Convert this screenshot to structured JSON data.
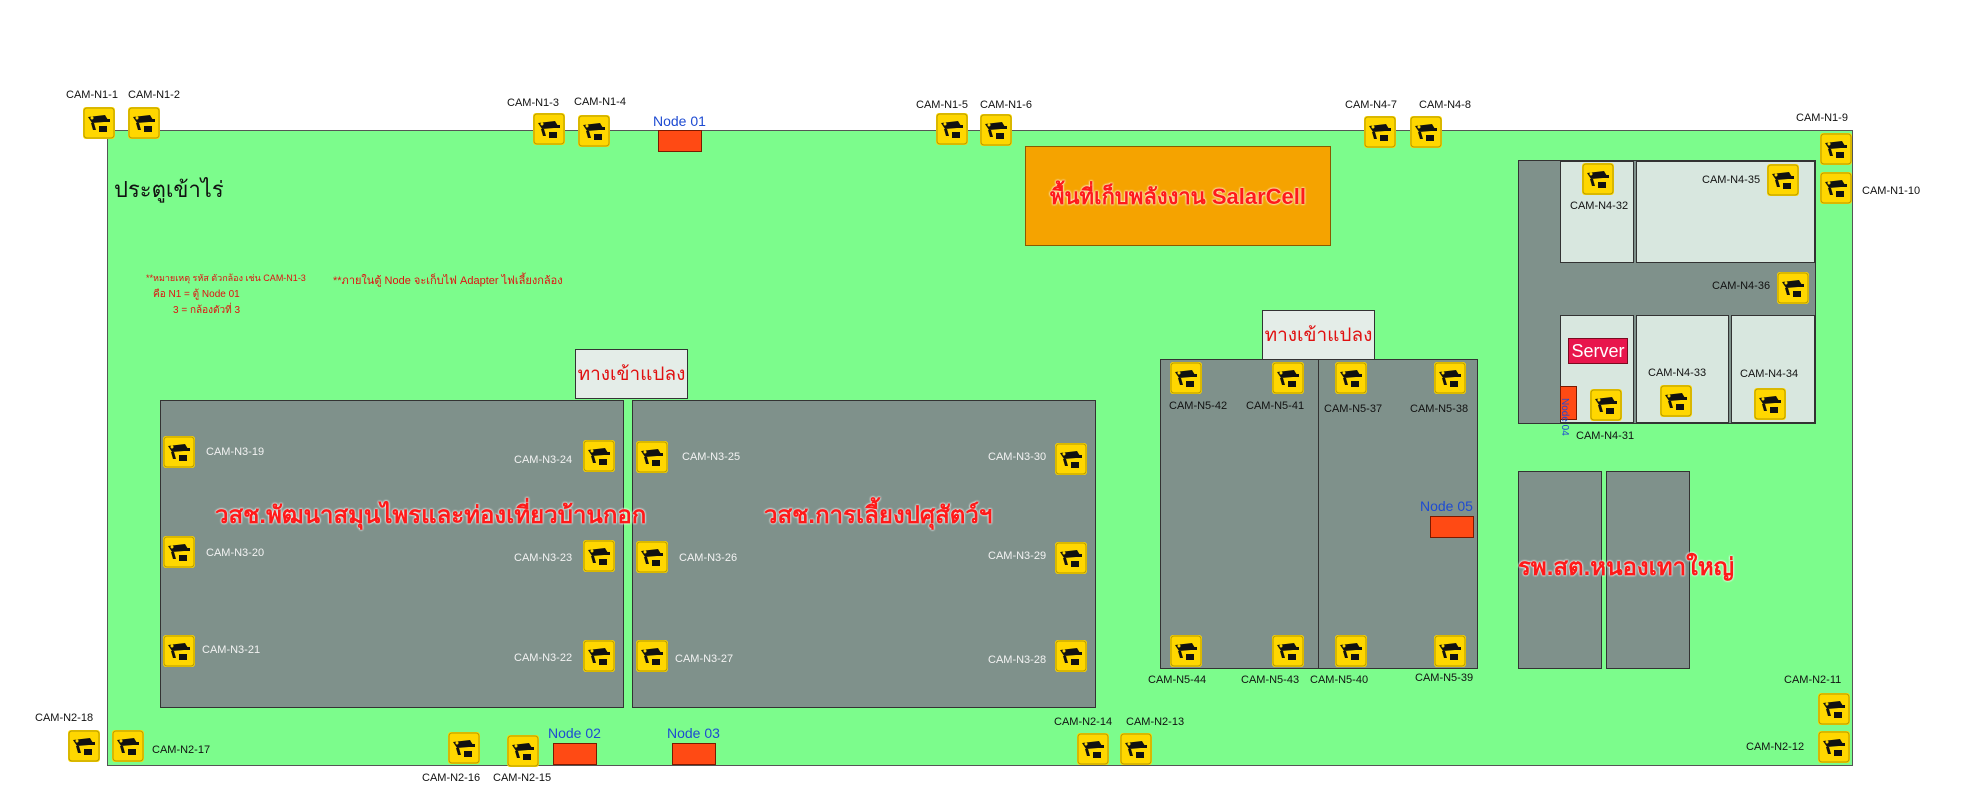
{
  "site": {
    "main_gate": "ประตูเข้าไร่",
    "solar_area": "พื้นที่เก็บพลังงาน  SalarCell",
    "plot_entrance": "ทางเข้าแปลง",
    "zone_herb": "วสช.พัฒนาสมุนไพรและท่องเที่ยวบ้านกอก",
    "zone_livestock": "วสช.การเลี้ยงปศุสัตว์ฯ",
    "zone_hospital": "รพ.สต.หนองเทาใหญ่",
    "server": "Server",
    "node04_vertical": "Node 04"
  },
  "notes": {
    "line1": "**หมายเหตุ รหัส ตัวกล้อง เช่น CAM-N1-3",
    "line2": "คือ N1 = ตู้ Node 01",
    "line3": "3    = กล้องตัวที่ 3",
    "adapter": "**ภายในตู้ Node จะเก็บไฟ Adapter ไฟเลี้ยงกล้อง"
  },
  "nodes": {
    "n01": "Node 01",
    "n02": "Node 02",
    "n03": "Node 03",
    "n05": "Node 05"
  },
  "cameras": {
    "n1_1": "CAM-N1-1",
    "n1_2": "CAM-N1-2",
    "n1_3": "CAM-N1-3",
    "n1_4": "CAM-N1-4",
    "n1_5": "CAM-N1-5",
    "n1_6": "CAM-N1-6",
    "n4_7": "CAM-N4-7",
    "n4_8": "CAM-N4-8",
    "n1_9": "CAM-N1-9",
    "n1_10": "CAM-N1-10",
    "n2_11": "CAM-N2-11",
    "n2_12": "CAM-N2-12",
    "n2_13": "CAM-N2-13",
    "n2_14": "CAM-N2-14",
    "n2_15": "CAM-N2-15",
    "n2_16": "CAM-N2-16",
    "n2_17": "CAM-N2-17",
    "n2_18": "CAM-N2-18",
    "n3_19": "CAM-N3-19",
    "n3_20": "CAM-N3-20",
    "n3_21": "CAM-N3-21",
    "n3_22": "CAM-N3-22",
    "n3_23": "CAM-N3-23",
    "n3_24": "CAM-N3-24",
    "n3_25": "CAM-N3-25",
    "n3_26": "CAM-N3-26",
    "n3_27": "CAM-N3-27",
    "n3_28": "CAM-N3-28",
    "n3_29": "CAM-N3-29",
    "n3_30": "CAM-N3-30",
    "n4_31": "CAM-N4-31",
    "n4_32": "CAM-N4-32",
    "n4_33": "CAM-N4-33",
    "n4_34": "CAM-N4-34",
    "n4_35": "CAM-N4-35",
    "n4_36": "CAM-N4-36",
    "n5_37": "CAM-N5-37",
    "n5_38": "CAM-N5-38",
    "n5_39": "CAM-N5-39",
    "n5_40": "CAM-N5-40",
    "n5_41": "CAM-N5-41",
    "n5_42": "CAM-N5-42",
    "n5_43": "CAM-N5-43",
    "n5_44": "CAM-N5-44"
  },
  "colors": {
    "site_green": "#7cfc8c",
    "building_gray": "#7f918b",
    "solar_orange": "#f5a300",
    "node_red": "#ff4a14",
    "camera_yellow": "#ffd700",
    "label_red": "#e01010",
    "node_label_blue": "#1e4bd2"
  },
  "icons": {
    "camera": "cctv-camera-icon"
  }
}
